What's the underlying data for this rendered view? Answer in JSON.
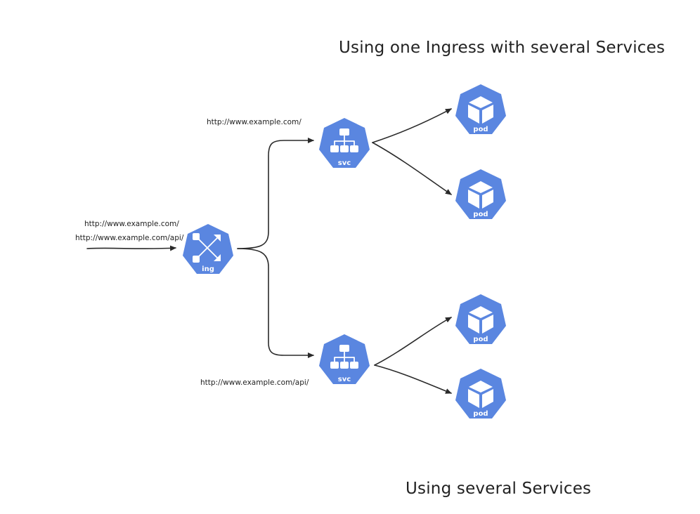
{
  "titles": {
    "top": "Using one Ingress with several Services",
    "bottom": "Using several Services"
  },
  "urls": {
    "ingress_line1": "http://www.example.com/",
    "ingress_line2": "http://www.example.com/api/",
    "svc_top_route": "http://www.example.com/",
    "svc_bottom_route": "http://www.example.com/api/"
  },
  "nodes": {
    "ingress": {
      "label": "ing",
      "icon": "ingress-icon"
    },
    "svc_top": {
      "label": "svc",
      "icon": "service-icon"
    },
    "svc_bottom": {
      "label": "svc",
      "icon": "service-icon"
    },
    "pod_1": {
      "label": "pod",
      "icon": "pod-cube-icon"
    },
    "pod_2": {
      "label": "pod",
      "icon": "pod-cube-icon"
    },
    "pod_3": {
      "label": "pod",
      "icon": "pod-cube-icon"
    },
    "pod_4": {
      "label": "pod",
      "icon": "pod-cube-icon"
    }
  },
  "colors": {
    "node_fill": "#5a86e0",
    "edge": "#2a2a2a"
  }
}
